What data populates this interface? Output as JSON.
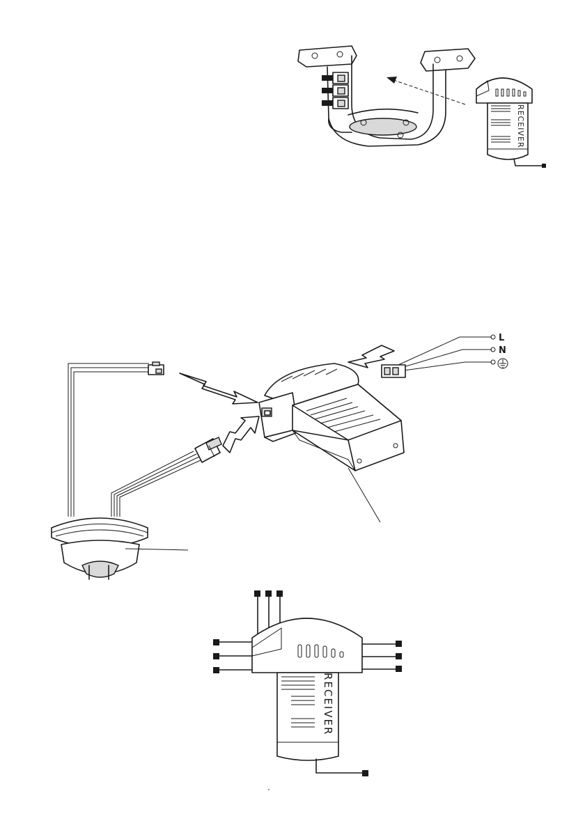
{
  "figure_top": {
    "receiver_label": "RECEIVER"
  },
  "figure_middle": {
    "terminal_labels": [
      "L",
      "N"
    ],
    "ground_symbol": "ground-icon"
  },
  "figure_bottom": {
    "receiver_label": "RECEIVER"
  }
}
